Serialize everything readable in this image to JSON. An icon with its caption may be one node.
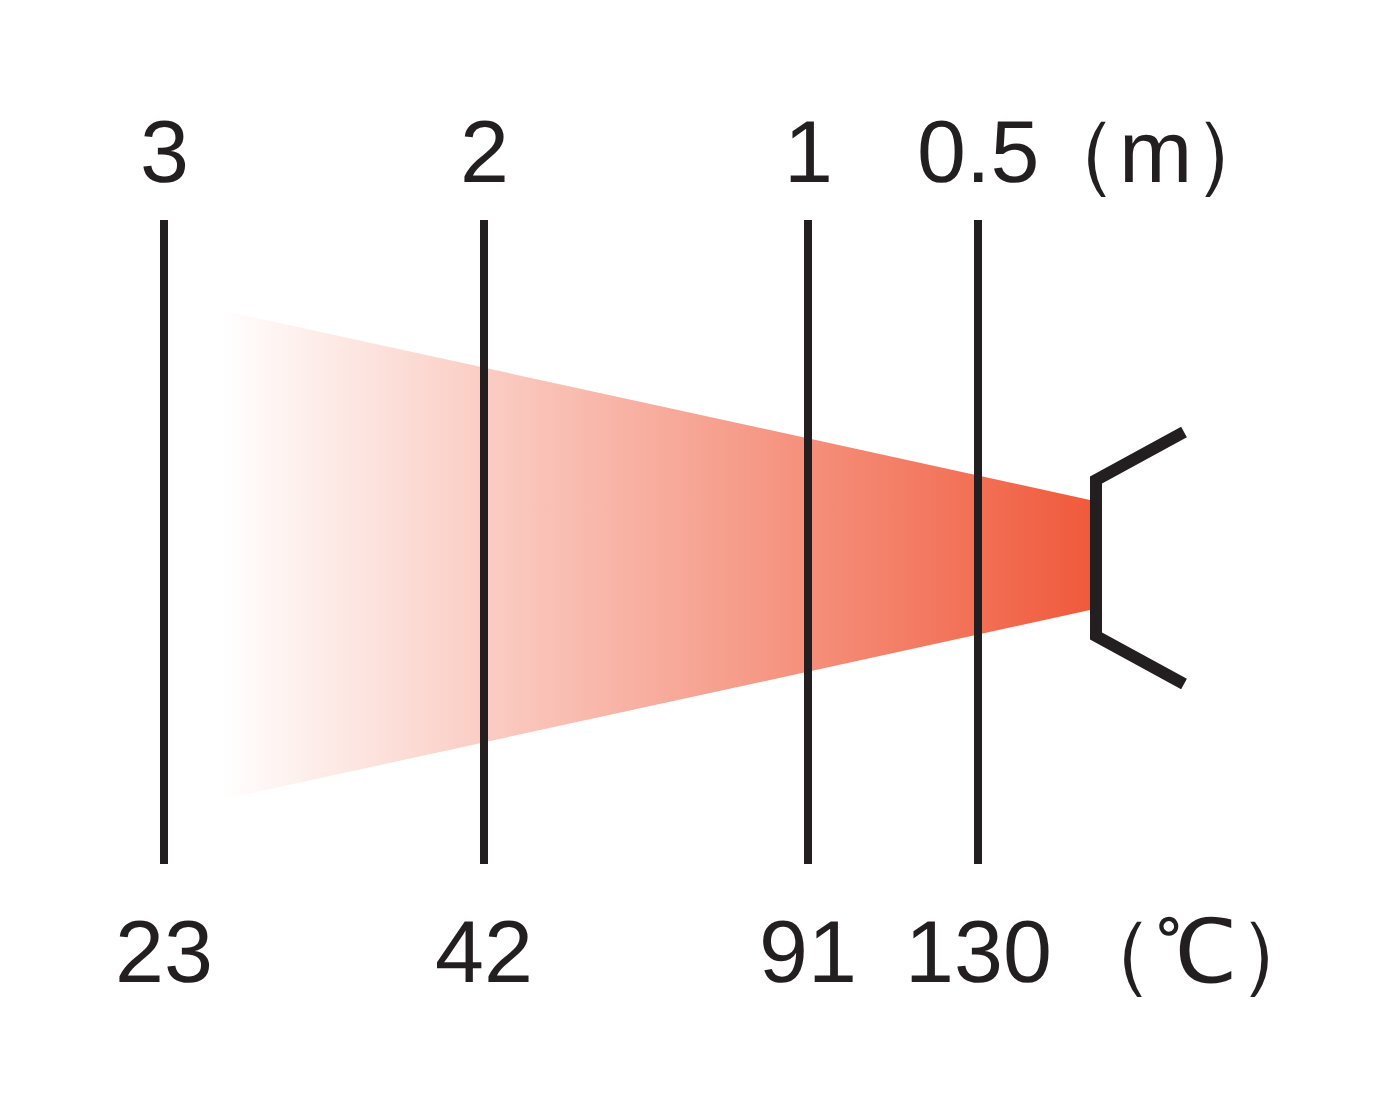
{
  "diagram": {
    "labels": [
      "3",
      "2",
      "1",
      "0.5",
      "（m）",
      "23",
      "42",
      "91",
      "130",
      "（℃）"
    ]
  }
}
